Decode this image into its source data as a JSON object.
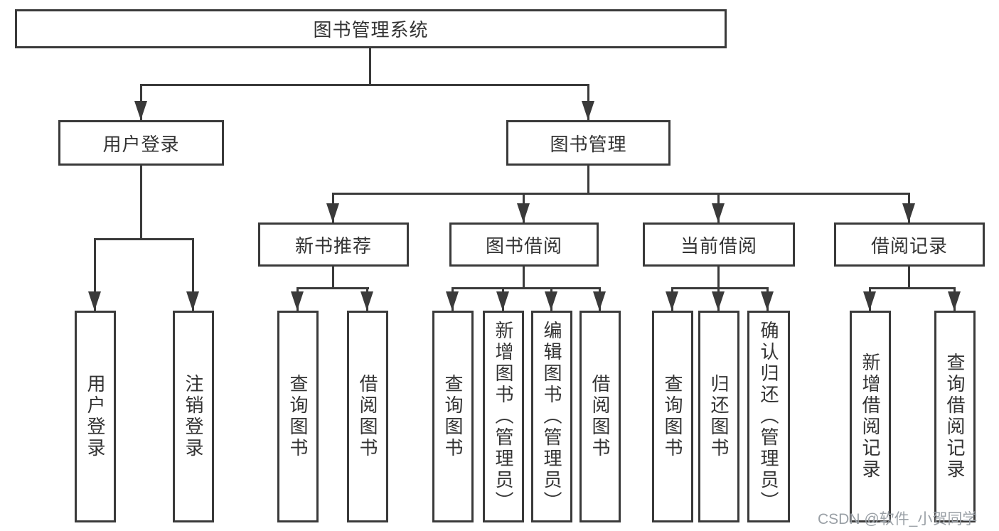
{
  "title": "图书管理系统",
  "branches": {
    "user_login": {
      "label": "用户登录",
      "children": [
        "用户登录",
        "注销登录"
      ]
    },
    "book_mgmt": {
      "label": "图书管理",
      "sections": [
        {
          "label": "新书推荐",
          "children": [
            "查询图书",
            "借阅图书"
          ]
        },
        {
          "label": "图书借阅",
          "children": [
            "查询图书",
            "新增图书（管理员）",
            "编辑图书（管理员）",
            "借阅图书"
          ]
        },
        {
          "label": "当前借阅",
          "children": [
            "查询图书",
            "归还图书",
            "确认归还（管理员）"
          ]
        },
        {
          "label": "借阅记录",
          "children": [
            "新增借阅记录",
            "查询借阅记录"
          ]
        }
      ]
    }
  },
  "colors": {
    "line": "#3a3a3a",
    "text": "#333333",
    "watermark": "#9aa0a6",
    "background": "#ffffff"
  },
  "watermark": "CSDN @软件_小贺同学"
}
